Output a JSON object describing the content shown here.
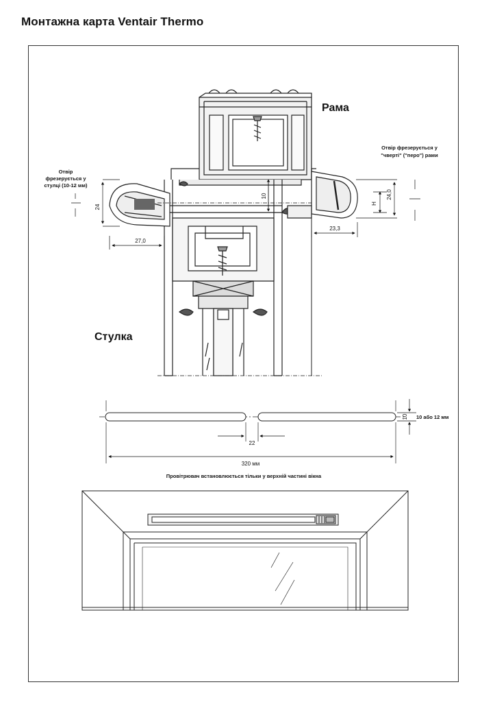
{
  "title": "Монтажна карта Ventair Thermo",
  "section": {
    "frame_label": "Рама",
    "sash_label": "Стулка",
    "left_note": [
      "Отвір",
      "фрезерується у",
      "стулці (10-12 мм)"
    ],
    "right_note": [
      "Отвір фрезерується у",
      "\"чверті\" (\"перо\") рами"
    ],
    "dims": {
      "left_height": "24",
      "left_width": "27,0",
      "center_gap": "10",
      "right_height": "24,0",
      "right_h": "H",
      "right_width": "23,3"
    }
  },
  "slot": {
    "gap": "22",
    "total": "320 мм",
    "thickness": "10",
    "thickness_note": "10 або 12 мм"
  },
  "install": {
    "note": "Провітрювач встановлюється тільки у верхній частині вікна"
  }
}
